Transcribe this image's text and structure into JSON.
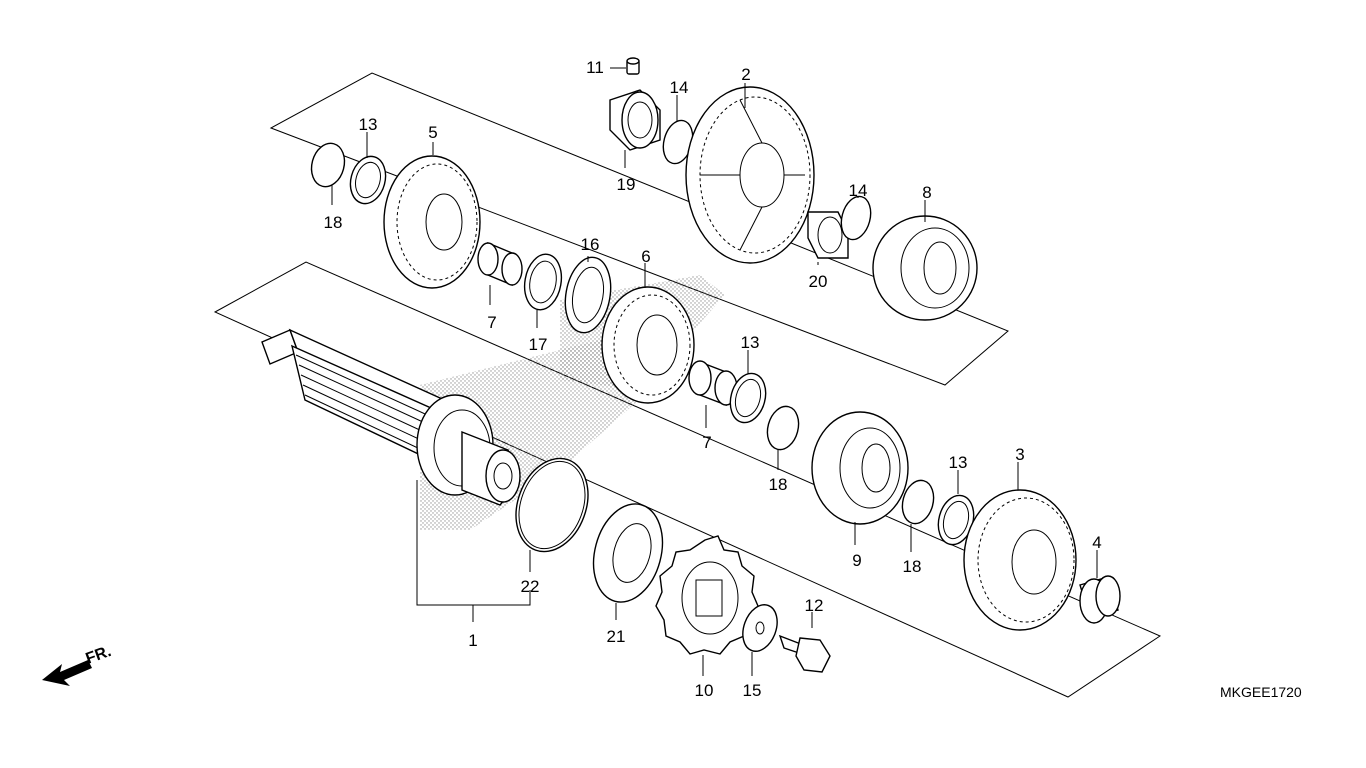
{
  "diagram": {
    "code": "MKGEE1720",
    "direction_label": "FR.",
    "callouts": [
      "1",
      "2",
      "3",
      "4",
      "5",
      "6",
      "7",
      "7",
      "8",
      "9",
      "10",
      "11",
      "12",
      "13",
      "13",
      "13",
      "14",
      "14",
      "15",
      "16",
      "17",
      "18",
      "18",
      "18",
      "19",
      "20",
      "21",
      "22"
    ]
  }
}
